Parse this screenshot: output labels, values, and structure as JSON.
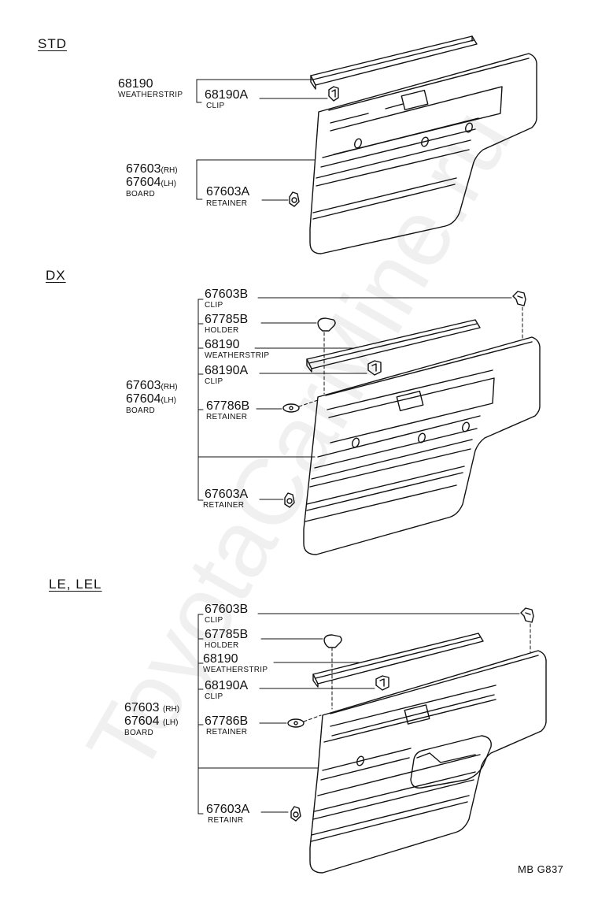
{
  "watermark": "ToyotaCarMine.ru",
  "figure_code": "MB  G837",
  "sections": {
    "std": {
      "title": "STD",
      "weatherstrip_no": "68190",
      "weatherstrip_name": "WEATHERSTRIP",
      "clip_a_no": "68190A",
      "clip_a_name": "CLIP",
      "board_rh_no": "67603",
      "board_rh_side": "(RH)",
      "board_lh_no": "67604",
      "board_lh_side": "(LH)",
      "board_name": "BOARD",
      "retainer_a_no": "67603A",
      "retainer_a_name": "RETAINER"
    },
    "dx": {
      "title": "DX",
      "clip_b_no": "67603B",
      "clip_b_name": "CLIP",
      "holder_no": "67785B",
      "holder_name": "HOLDER",
      "weatherstrip_no": "68190",
      "weatherstrip_name": "WEATHERSTRIP",
      "clip_a_no": "68190A",
      "clip_a_name": "CLIP",
      "board_rh_no": "67603",
      "board_rh_side": "(RH)",
      "board_lh_no": "67604",
      "board_lh_side": "(LH)",
      "board_name": "BOARD",
      "retainer_b_no": "67786B",
      "retainer_b_name": "RETAINER",
      "retainer_a_no": "67603A",
      "retainer_a_name": "RETAINER"
    },
    "le": {
      "title": "LE, LEL",
      "clip_b_no": "67603B",
      "clip_b_name": "CLIP",
      "holder_no": "67785B",
      "holder_name": "HOLDER",
      "weatherstrip_no": "68190",
      "weatherstrip_name": "WEATHERSTRIP",
      "clip_a_no": "68190A",
      "clip_a_name": "CLIP",
      "board_rh_no": "67603",
      "board_rh_side": "(RH)",
      "board_lh_no": "67604",
      "board_lh_side": "(LH)",
      "board_name": "BOARD",
      "retainer_b_no": "67786B",
      "retainer_b_name": "RETAINER",
      "retainer_a_no": "67603A",
      "retainer_a_name": "RETAINR"
    }
  }
}
